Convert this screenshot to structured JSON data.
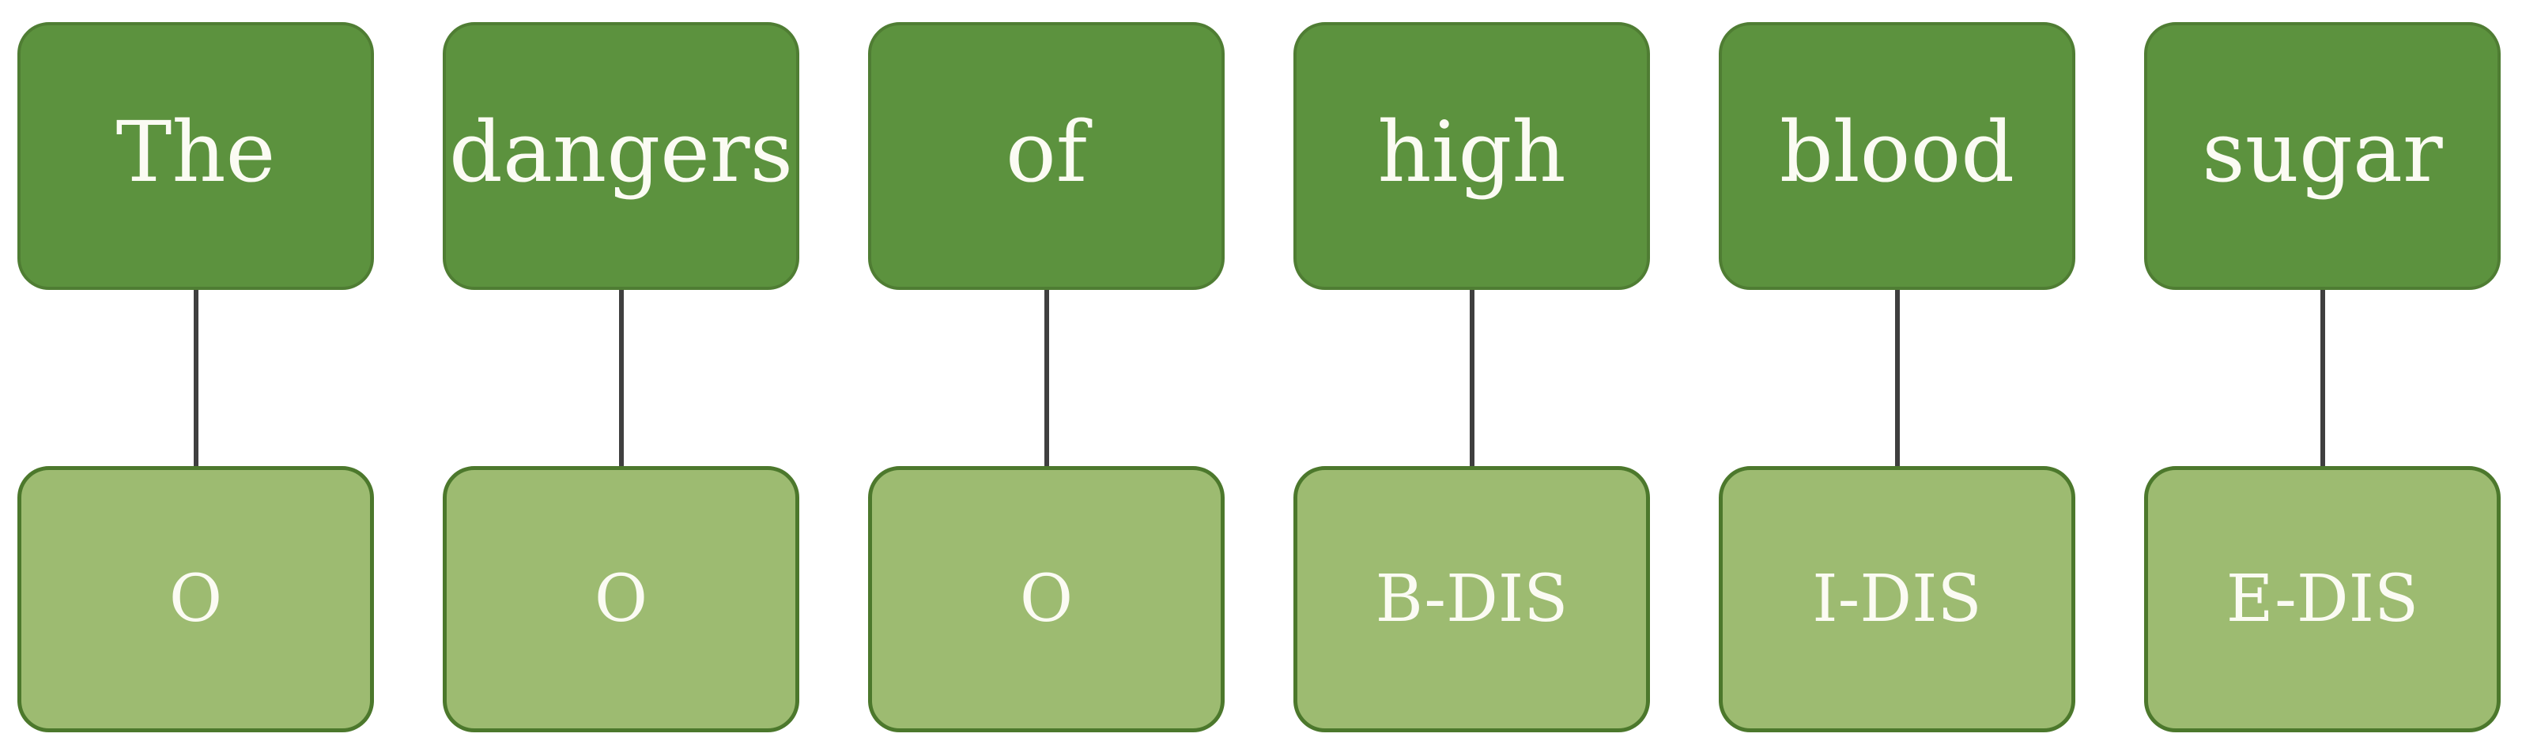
{
  "pairs": [
    {
      "token": "The",
      "tag": "O"
    },
    {
      "token": "dangers",
      "tag": "O"
    },
    {
      "token": "of",
      "tag": "O"
    },
    {
      "token": "high",
      "tag": "B-DIS"
    },
    {
      "token": "blood",
      "tag": "I-DIS"
    },
    {
      "token": "sugar",
      "tag": "E-DIS"
    }
  ],
  "colors": {
    "background": "#FFFFFF",
    "token_box_fill": "#5C923E",
    "token_box_border": "#4F7D33",
    "tag_box_fill": "#9DBB71",
    "tag_box_border": "#4C782C",
    "connector": "#3F3F3F",
    "text": "#FBFBF3"
  }
}
